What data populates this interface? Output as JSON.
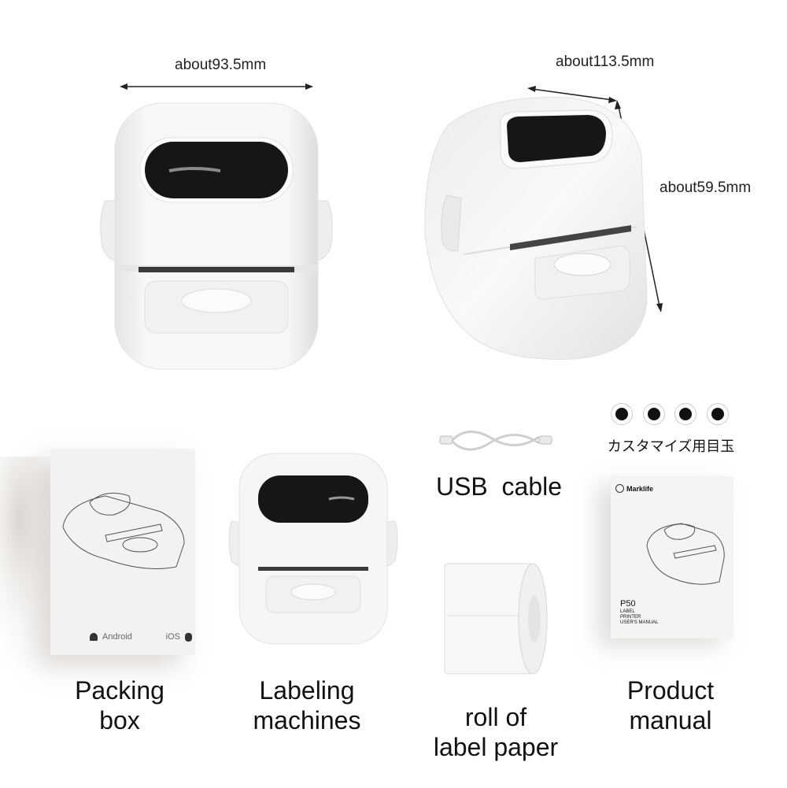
{
  "dimensions": {
    "width_label": "about93.5mm",
    "depth_label": "about113.5mm",
    "height_label": "about59.5mm"
  },
  "accessories": {
    "usb_label": "USB  cable",
    "customize_label": "カスタマイズ用目玉"
  },
  "packing_box": {
    "android_label": "Android",
    "ios_label": "iOS"
  },
  "manual_cover": {
    "brand": "Marklife",
    "model": "P50",
    "line1": "LABEL",
    "line2": "PRINTER",
    "line3": "USER'S MANUAL"
  },
  "captions": {
    "packing_line1": "Packing",
    "packing_line2": "box",
    "machine_line1": "Labeling",
    "machine_line2": "machines",
    "roll_line1": "roll of",
    "roll_line2": "label paper",
    "manual_line1": "Product",
    "manual_line2": "manual"
  },
  "colors": {
    "body": "#f3f3f3",
    "screen": "#161616",
    "shadow": "#d8d3cc"
  }
}
